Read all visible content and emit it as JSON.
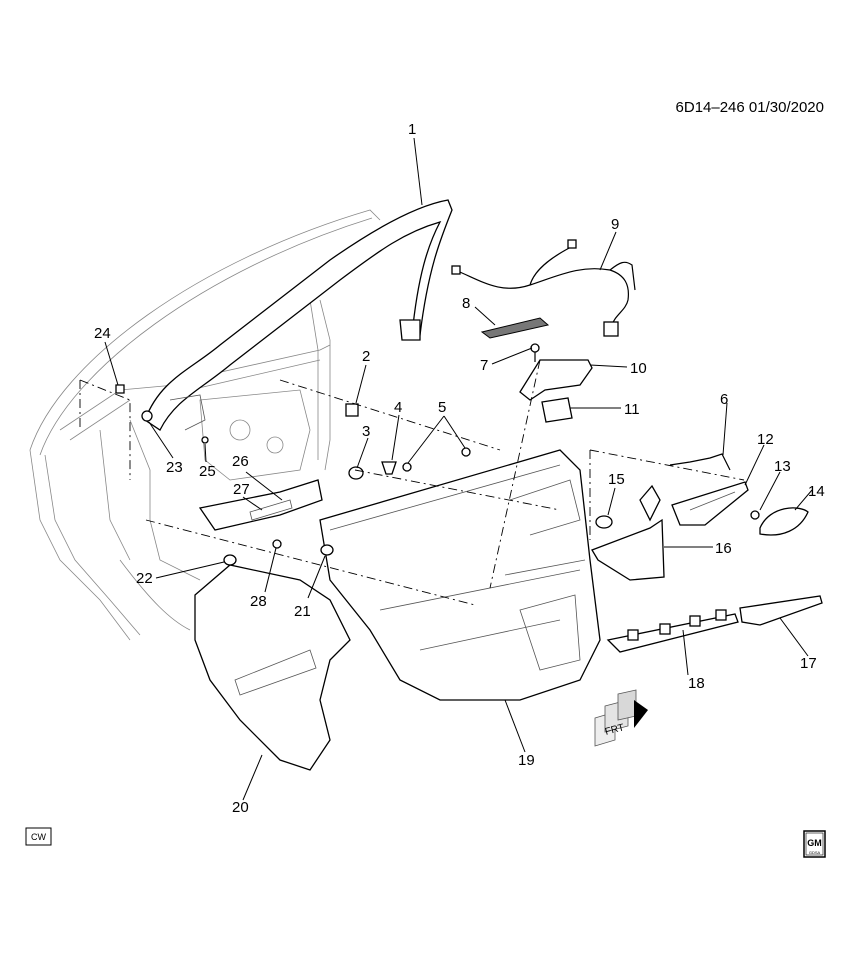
{
  "header": {
    "code": "6D14–246 01/30/2020"
  },
  "badges": {
    "cw": "CW",
    "gm_top": "GM",
    "gm_bottom": "GDSA"
  },
  "front_arrow": {
    "label": "FRT"
  },
  "callouts": {
    "c1": "1",
    "c2": "2",
    "c3": "3",
    "c4": "4",
    "c5": "5",
    "c6": "6",
    "c7": "7",
    "c8": "8",
    "c9": "9",
    "c10": "10",
    "c11": "11",
    "c12": "12",
    "c13": "13",
    "c14": "14",
    "c15": "15",
    "c16": "16",
    "c17": "17",
    "c18": "18",
    "c19": "19",
    "c20": "20",
    "c21": "21",
    "c22": "22",
    "c23": "23",
    "c24": "24",
    "c25": "25",
    "c26": "26",
    "c27": "27",
    "c28": "28"
  }
}
